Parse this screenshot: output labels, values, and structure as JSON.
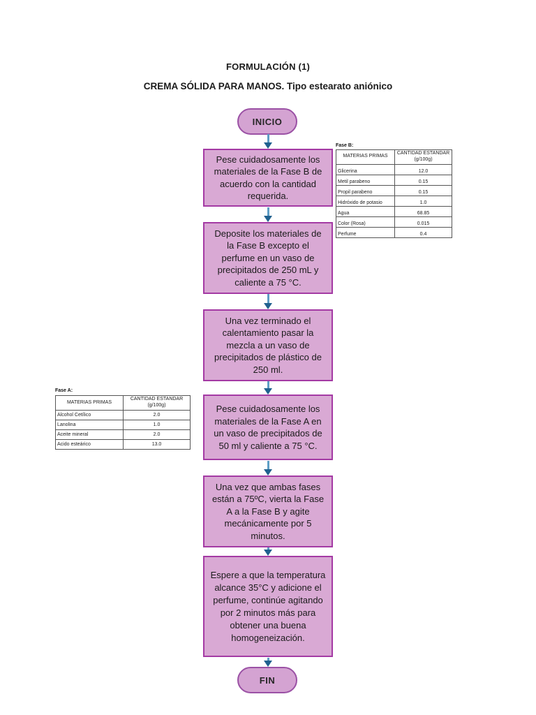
{
  "page": {
    "title": "FORMULACIÓN (1)",
    "subtitle": "CREMA SÓLIDA PARA MANOS. Tipo estearato aniónico"
  },
  "flowchart": {
    "start_label": "INICIO",
    "end_label": "FIN",
    "steps": [
      "Pese cuidadosamente los materiales de la Fase B de acuerdo con la cantidad requerida.",
      "Deposite los materiales de la Fase B excepto el perfume en un vaso de precipitados de 250 mL y caliente a 75 °C.",
      "Una vez terminado el calentamiento pasar la mezcla a un vaso de precipitados de plástico de 250 ml.",
      "Pese cuidadosamente los materiales de la Fase A en un vaso de precipitados de 50 ml y caliente a 75 °C.",
      "Una vez que ambas fases están a 75ºC, vierta la Fase A a la Fase B y agite mecánicamente por 5 minutos.",
      "Espere a que la temperatura alcance 35°C y adicione el perfume, continúe agitando por 2 minutos más para obtener una buena homogeneización."
    ]
  },
  "fase_b_table": {
    "label": "Fase B:",
    "headers": {
      "materials": "MATERIAS PRIMAS",
      "quantity": "CANTIDAD ESTANDAR\n(g/100g)"
    },
    "rows": [
      [
        "Glicerina",
        "12.0"
      ],
      [
        "Metil parabeno",
        "0.15"
      ],
      [
        "Propil parabeno",
        "0.15"
      ],
      [
        "Hidróxido de potasio",
        "1.0"
      ],
      [
        "Agua",
        "68.85"
      ],
      [
        "Color (Rosa)",
        "0.015"
      ],
      [
        "Perfume",
        "0.4"
      ]
    ]
  },
  "fase_a_table": {
    "label": "Fase A:",
    "headers": {
      "materials": "MATERIAS PRIMAS",
      "quantity": "CANTIDAD ESTANDAR\n(g/100g)"
    },
    "rows": [
      [
        "Alcohol Cetílico",
        "2.0"
      ],
      [
        "Lanolina",
        "1.0"
      ],
      [
        "Aceite mineral",
        "2.0"
      ],
      [
        "Acido esteárico",
        "13.0"
      ]
    ]
  },
  "colors": {
    "box_fill": "#d9a9d4",
    "box_border": "#a43aa4",
    "terminator_fill": "#d4a3d2",
    "terminator_border": "#9b51a5",
    "arrow_shaft": "#5e9ec6",
    "arrow_head": "#20618f"
  }
}
